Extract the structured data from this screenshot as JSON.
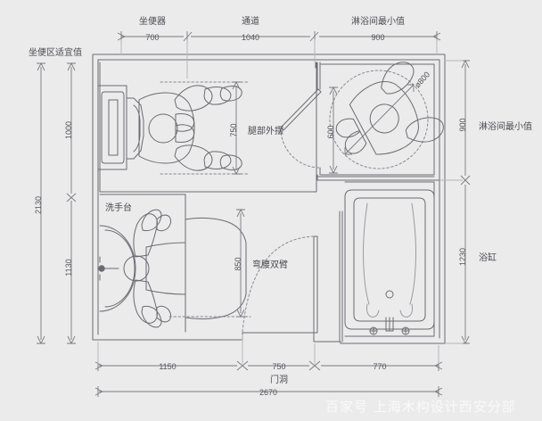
{
  "meta": {
    "title": "卫生间平面尺寸图",
    "background_color": "#ebebeb",
    "line_color": "#6b6b73",
    "dim_color": "#55555c",
    "text_color": "#4b4b52",
    "watermark": "百家号  上海木构设计西安分部"
  },
  "dimensions": {
    "top": [
      {
        "label": "坐便器",
        "value": "700"
      },
      {
        "label": "通道",
        "value": "1040"
      },
      {
        "label": "淋浴间最小值",
        "value": "900"
      }
    ],
    "bottom": [
      {
        "label": "",
        "value": "1150"
      },
      {
        "label": "门洞",
        "value": "750"
      },
      {
        "label": "",
        "value": "770"
      }
    ],
    "bottom_total": {
      "label": "",
      "value": "2670"
    },
    "left": [
      {
        "label": "",
        "value": "1000"
      },
      {
        "label": "",
        "value": "1130"
      }
    ],
    "left_total": {
      "label": "坐便区适宜值",
      "value": "2130"
    },
    "right": [
      {
        "label": "淋浴间最小值",
        "value": "900"
      },
      {
        "label": "浴缸",
        "value": "1230"
      }
    ],
    "interior": [
      {
        "name": "toilet-clearance",
        "value": "750",
        "label": "腿部外摆"
      },
      {
        "name": "basin-clearance",
        "value": "850",
        "label": "弯腰双臂"
      },
      {
        "name": "shower-door",
        "value": "600",
        "label": ""
      },
      {
        "name": "shower-circle",
        "value": "ø800",
        "label": ""
      }
    ]
  },
  "fixtures": {
    "toilet": {
      "label": "坐便器"
    },
    "basin": {
      "label": "洗手台"
    },
    "shower": {
      "label": "淋浴间最小值"
    },
    "bathtub": {
      "label": "浴缸"
    }
  }
}
